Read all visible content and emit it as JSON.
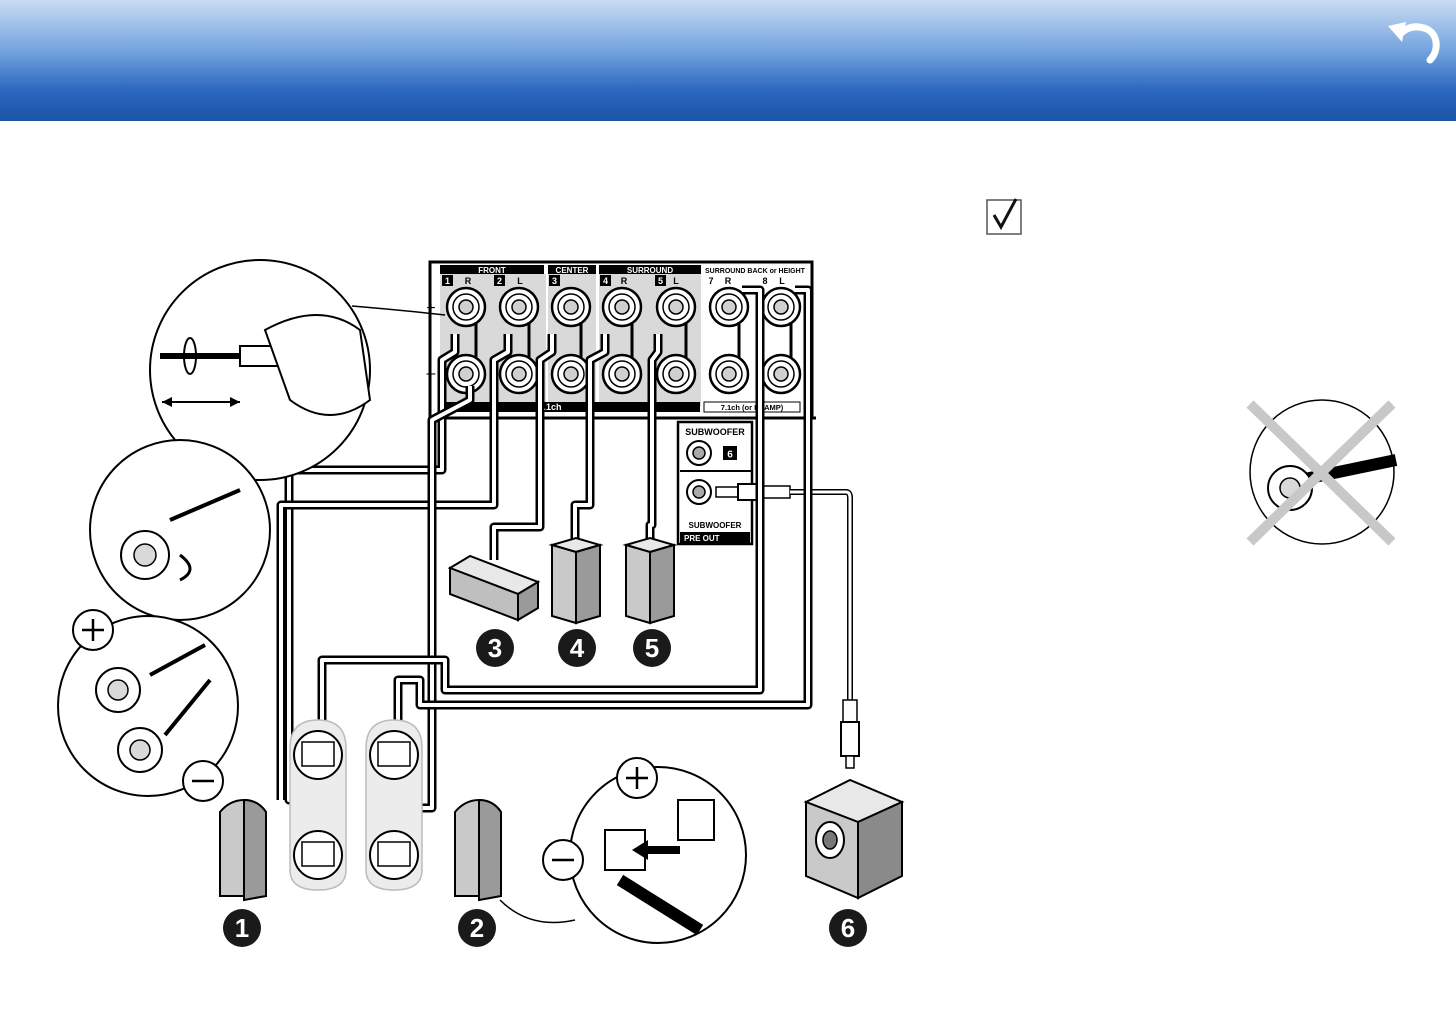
{
  "nav": {
    "back_icon": "return-arrow-icon"
  },
  "note": {
    "icon": "checkbox-checked-icon"
  },
  "panel": {
    "front": "FRONT",
    "center": "CENTER",
    "surround": "SURROUND",
    "surround_back": "SURROUND BACK or HEIGHT",
    "ch1": "1",
    "ch2": "2",
    "ch3": "3",
    "ch4": "4",
    "ch5": "5",
    "ch7": "7",
    "ch8": "8",
    "r": "R",
    "l": "L",
    "plus": "+",
    "minus": "–",
    "label_5ch": "5.1ch",
    "label_71ch": "7.1ch (or Bi-AMP)",
    "subwoofer_top": "SUBWOOFER",
    "sub_num": "6",
    "subwoofer_bottom": "SUBWOOFER",
    "pre_out": "PRE OUT"
  },
  "callouts": {
    "n1": "1",
    "n2": "2",
    "n3": "3",
    "n4": "4",
    "n5": "5",
    "n6": "6"
  },
  "colors": {
    "header_dark": "#1c55a8",
    "header_light": "#c9dcf4",
    "panel_gray": "#d9d9d9",
    "callout_black": "#1a1a1a",
    "cross_gray": "#c8c8c8"
  }
}
